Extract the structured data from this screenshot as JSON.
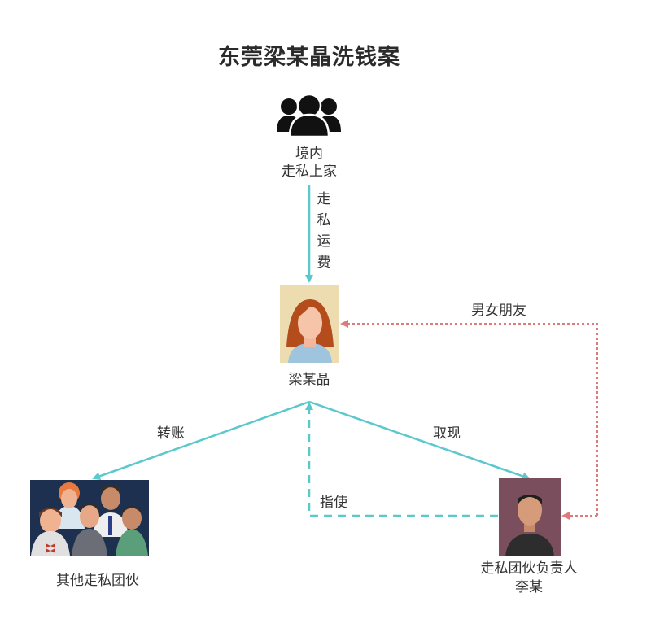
{
  "title": "东莞梁某晶洗钱案",
  "nodes": {
    "smugglers": {
      "line1": "境内",
      "line2": "走私上家",
      "icon": "people-group-icon"
    },
    "liang": {
      "label": "梁某晶",
      "icon": "woman-avatar-icon"
    },
    "others": {
      "label": "其他走私团伙",
      "icon": "group-avatar-icon"
    },
    "li": {
      "line1": "走私团伙负责人",
      "line2": "李某",
      "icon": "man-avatar-icon"
    }
  },
  "edges": {
    "smuggling_fee": {
      "label": [
        "走",
        "私",
        "运",
        "费"
      ],
      "color": "#5bc8cc"
    },
    "transfer": {
      "label": "转账",
      "color": "#5bc8cc"
    },
    "withdraw": {
      "label": "取现",
      "color": "#5bc8cc"
    },
    "instruct": {
      "label": "指使",
      "color": "#5bc8cc"
    },
    "boyfriend": {
      "label": "男女朋友",
      "color": "#e07a7a"
    }
  }
}
